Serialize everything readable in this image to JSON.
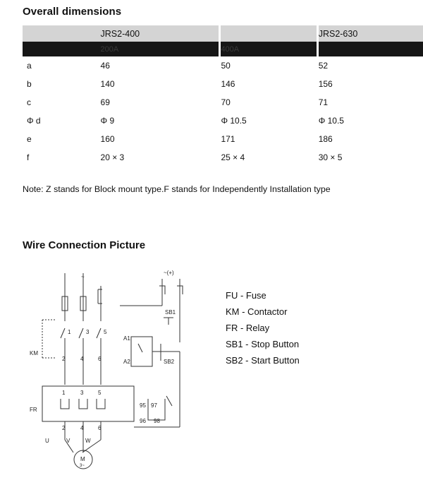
{
  "overall": {
    "title": "Overall dimensions",
    "columns": [
      "",
      "JRS2-400",
      "",
      "JRS2-630"
    ],
    "sub_columns": [
      "",
      "200A",
      "400A",
      ""
    ],
    "rows": [
      {
        "label": "a",
        "v1": "46",
        "v2": "50",
        "v3": "52"
      },
      {
        "label": "b",
        "v1": "140",
        "v2": "146",
        "v3": "156"
      },
      {
        "label": "c",
        "v1": "69",
        "v2": "70",
        "v3": "71"
      },
      {
        "label": "Φ d",
        "v1": "Φ 9",
        "v2": "Φ 10.5",
        "v3": "Φ 10.5"
      },
      {
        "label": "e",
        "v1": "160",
        "v2": "171",
        "v3": "186"
      },
      {
        "label": "f",
        "v1": "20 × 3",
        "v2": "25 × 4",
        "v3": "30 × 5"
      }
    ],
    "note": "Note: Z stands for Block mount type.F stands for Independently Installation type"
  },
  "wiring": {
    "title": "Wire Connection Picture",
    "legend": [
      "FU - Fuse",
      "KM - Contactor",
      "FR - Relay",
      "SB1 - Stop Button",
      "SB2 - Start Button"
    ],
    "diagram_labels": {
      "km": "KM",
      "fr": "FR",
      "sb1": "SB1",
      "sb2": "SB2",
      "a1": "A1",
      "a2": "A2",
      "top_in": [
        "1",
        "3",
        "5"
      ],
      "top_out": [
        "2",
        "4",
        "6"
      ],
      "fr_in": [
        "1",
        "3",
        "5"
      ],
      "fr_out": [
        "2",
        "4",
        "6"
      ],
      "contacts": [
        "95",
        "97",
        "96",
        "98"
      ],
      "phases": [
        "U",
        "V",
        "W"
      ],
      "motor": "M",
      "motor_sub": "3~",
      "tilde": "~",
      "supply": "~(+)"
    }
  }
}
